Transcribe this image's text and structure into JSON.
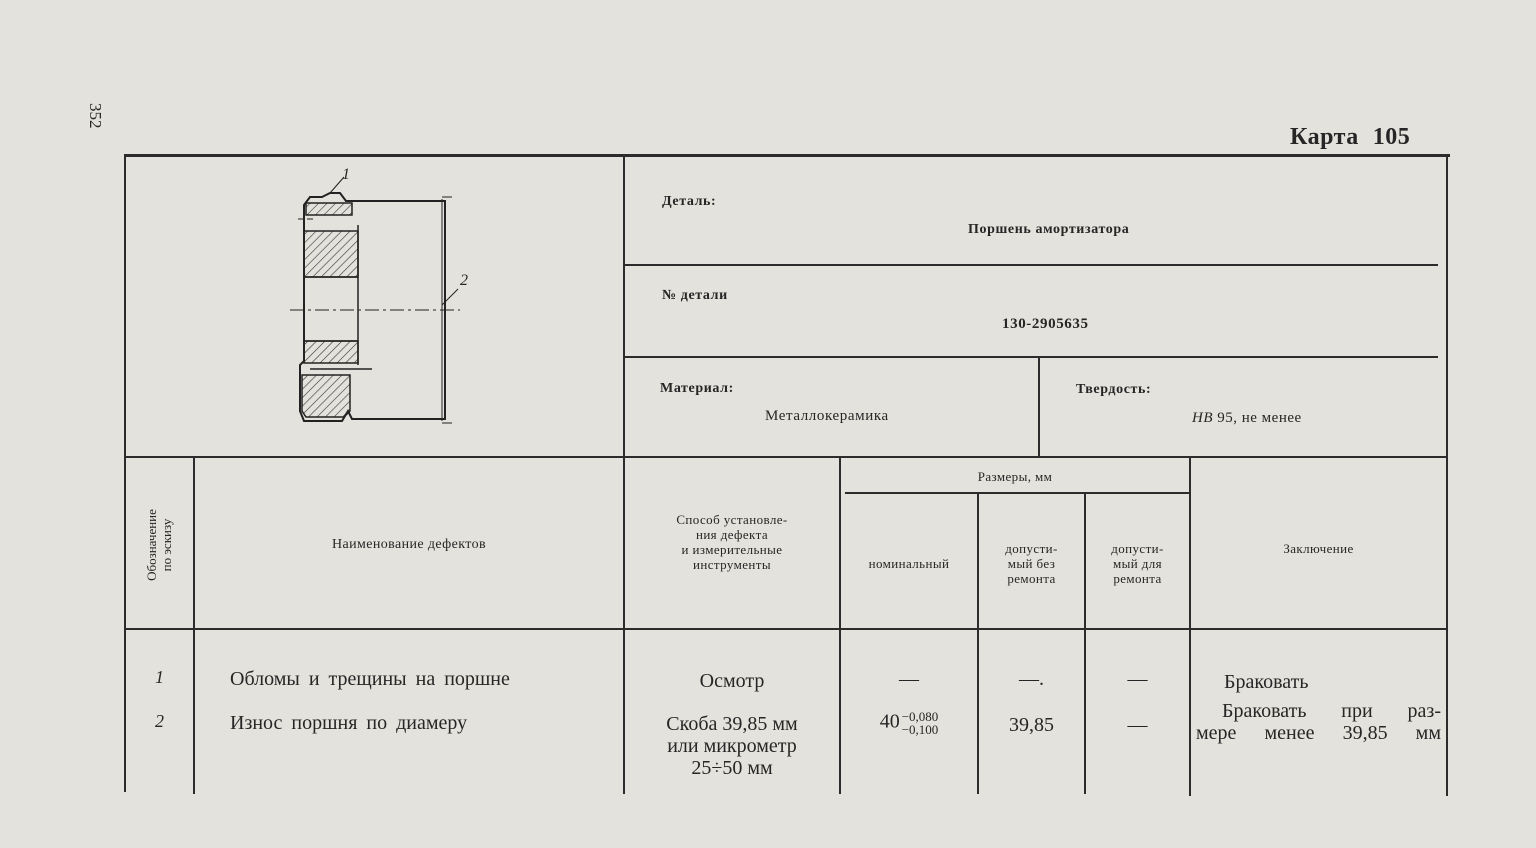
{
  "page_number": "352",
  "card": {
    "label": "Карта",
    "number": "105"
  },
  "drawing": {
    "callout_1": "1",
    "callout_2": "2"
  },
  "detail": {
    "label": "Деталь:",
    "value": "Поршень амортизатора"
  },
  "part_number": {
    "label": "№ детали",
    "value": "130-2905635"
  },
  "material": {
    "label": "Материал:",
    "value": "Металлокерамика"
  },
  "hardness": {
    "label": "Твердость:",
    "value_prefix": "HB",
    "value_rest": "95, не менее"
  },
  "headers": {
    "designation_line1": "Обозначение",
    "designation_line2": "по эскизу",
    "defect_name": "Наименование дефектов",
    "method": [
      "Способ установле-",
      "ния дефекта",
      "и измерительные",
      "инструменты"
    ],
    "sizes": "Размеры, мм",
    "nominal": "номинальный",
    "allowed_no_repair": [
      "допусти-",
      "мый без",
      "ремонта"
    ],
    "allowed_repair": [
      "допусти-",
      "мый для",
      "ремонта"
    ],
    "conclusion": "Заключение"
  },
  "rows": [
    {
      "designation": "1",
      "defect": "Обломы и трещины на поршне",
      "method": [
        "Осмотр"
      ],
      "nominal": "—",
      "allowed_no_repair": "—.",
      "allowed_repair": "—",
      "conclusion": [
        "Браковать"
      ]
    },
    {
      "designation": "2",
      "defect": "Износ поршня по диамеру",
      "method": [
        "Скоба 39,85 мм",
        "или микрометр",
        "25÷50 мм"
      ],
      "nominal_base": "40",
      "nominal_upper": "−0,080",
      "nominal_lower": "−0,100",
      "allowed_no_repair": "39,85",
      "allowed_repair": "—",
      "conclusion": [
        "Браковать при раз-",
        "мере менее 39,85 мм"
      ]
    }
  ]
}
